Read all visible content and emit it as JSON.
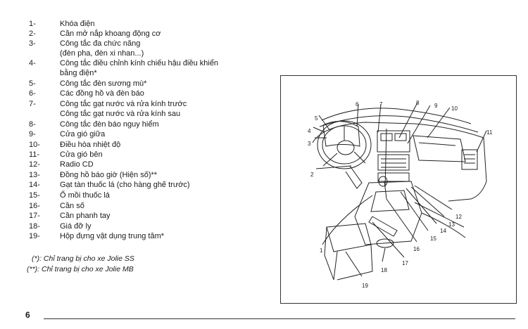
{
  "legend": {
    "items": [
      {
        "num": "1-",
        "lines": [
          "Khóa điện"
        ]
      },
      {
        "num": "2-",
        "lines": [
          "Cần mở nắp khoang động cơ"
        ]
      },
      {
        "num": "3-",
        "lines": [
          "Công tắc đa chức năng",
          "(đèn pha, đèn xi nhan...)"
        ]
      },
      {
        "num": "4-",
        "lines": [
          "Công tắc điều chỉnh kính chiếu hậu điều khiển",
          "bằng điện*"
        ]
      },
      {
        "num": "5-",
        "lines": [
          "Công tắc đèn sương mù*"
        ]
      },
      {
        "num": "6-",
        "lines": [
          "Các đồng hồ và đèn báo"
        ]
      },
      {
        "num": "7-",
        "lines": [
          "Công tắc gạt nước và rửa kính trước",
          "Công tắc gạt nước và rửa kính sau"
        ]
      },
      {
        "num": "8-",
        "lines": [
          "Công tắc đèn báo nguy hiểm"
        ]
      },
      {
        "num": "9-",
        "lines": [
          "Cửa gió giữa"
        ]
      },
      {
        "num": "10-",
        "lines": [
          "Điều hòa nhiệt độ"
        ]
      },
      {
        "num": "11-",
        "lines": [
          "Cửa gió bên"
        ]
      },
      {
        "num": "12-",
        "lines": [
          "Radio CD"
        ]
      },
      {
        "num": "13-",
        "lines": [
          "Đồng hồ báo giờ (Hiện số)**"
        ]
      },
      {
        "num": "14-",
        "lines": [
          "Gạt tàn thuốc lá (cho hàng ghế trước)"
        ]
      },
      {
        "num": "15-",
        "lines": [
          "Ổ mồi thuốc lá"
        ]
      },
      {
        "num": "16-",
        "lines": [
          "Cần số"
        ]
      },
      {
        "num": "17-",
        "lines": [
          "Cần phanh tay"
        ]
      },
      {
        "num": "18-",
        "lines": [
          "Giá đỡ ly"
        ]
      },
      {
        "num": "19-",
        "lines": [
          "Hộp đựng vật dụng trung tâm*"
        ]
      }
    ]
  },
  "notes": {
    "single": "(*): Chỉ trang bị cho xe Jolie SS",
    "double": "(**): Chỉ trang bị cho xe Jolie MB"
  },
  "figure": {
    "callouts": [
      "1",
      "2",
      "3",
      "4",
      "5",
      "6",
      "7",
      "8",
      "9",
      "10",
      "11",
      "12",
      "13",
      "14",
      "15",
      "16",
      "17",
      "18",
      "19"
    ]
  },
  "page_number": "6"
}
